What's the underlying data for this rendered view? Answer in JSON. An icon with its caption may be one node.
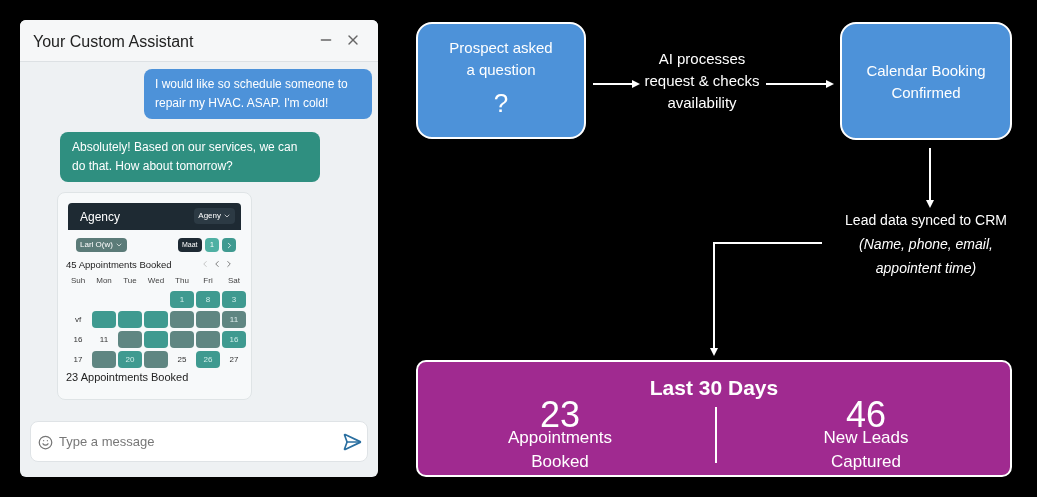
{
  "diagram": {
    "nodes": [
      {
        "text": [
          "Prospect asked a question",
          "?"
        ]
      },
      {
        "text": [
          "AI processes request & checks availability"
        ]
      },
      {
        "text": [
          "Calendar Booking Confirmed"
        ]
      },
      {
        "text": [
          "Lead data synced to CRM",
          "(Name, phone, email, appointent time)"
        ]
      },
      {
        "text": [
          "Last 30 Days",
          "23",
          "Appointments Booked",
          "46",
          "New Leads Captured"
        ]
      }
    ],
    "edges": [
      {
        "from": 0,
        "to": 1,
        "arrow": "to"
      },
      {
        "from": 1,
        "to": 2,
        "arrow": "to"
      },
      {
        "from": 2,
        "to": 3,
        "arrow": "to"
      },
      {
        "from": 3,
        "to": 4,
        "arrow": "to"
      }
    ],
    "labels": [
      "Your Custom Assistant",
      "I would like so schedule someone to repair my HVAC. ASAP. I'm cold!",
      "Absolutely! Based on our services, we can do that. How about tomorrow?",
      "Agency",
      "Ageny",
      "Larl O(w)",
      "Maat",
      "1",
      "45 Appointments Booked",
      "Suh",
      "Mon",
      "Tue",
      "Wed",
      "Thu",
      "Fri",
      "Sat",
      "1",
      "8",
      "3",
      "vf",
      "11",
      "16",
      "11",
      "16",
      "17",
      "20",
      "25",
      "26",
      "27",
      "23 Appointments Booked",
      "Type a message"
    ]
  }
}
